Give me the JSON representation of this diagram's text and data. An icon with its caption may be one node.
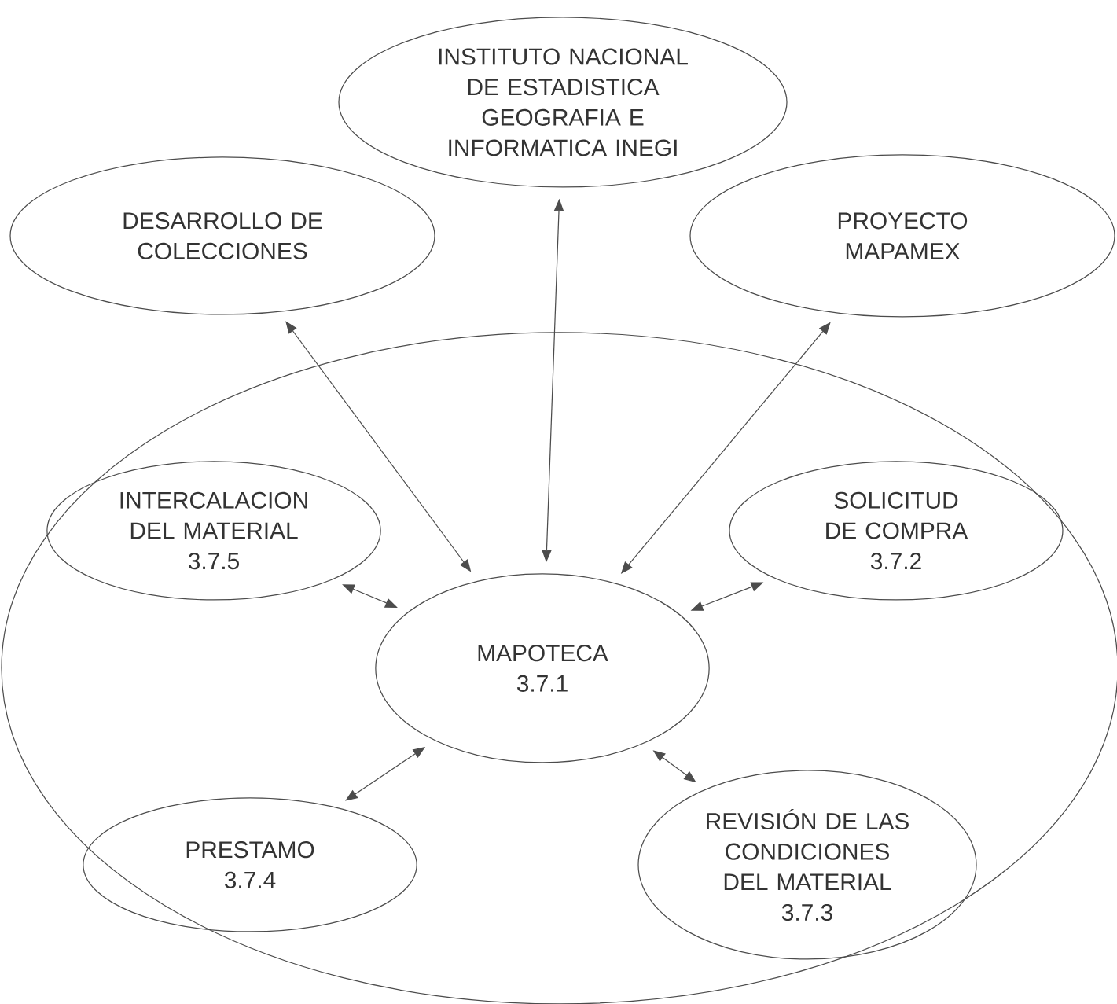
{
  "diagram": {
    "nodes": [
      {
        "text": [
          "INSTITUTO NACIONAL DE ESTADISTICA GEOGRAFIA E INFORMATICA INEGI"
        ]
      },
      {
        "text": [
          "DESARROLLO DE COLECCIONES"
        ]
      },
      {
        "text": [
          "PROYECTO MAPAMEX"
        ]
      },
      {
        "text": [],
        "shape": "ellipse"
      },
      {
        "text": [
          "INTERCALACION DEL MATERIAL",
          "3.7.5"
        ],
        "in": 3
      },
      {
        "text": [
          "SOLICITUD DE COMPRA",
          "3.7.2"
        ],
        "in": 3
      },
      {
        "text": [
          "MAPOTECA",
          "3.7.1"
        ],
        "in": 3
      },
      {
        "text": [
          "PRESTAMO",
          "3.7.4"
        ],
        "in": 3
      },
      {
        "text": [
          "REVISIÓN DE LAS CONDICIONES DEL MATERIAL",
          "3.7.3"
        ],
        "in": 3
      }
    ],
    "edges": [
      {
        "from": 6,
        "to": 1,
        "arrow": "both"
      },
      {
        "from": 6,
        "to": 0,
        "arrow": "both"
      },
      {
        "from": 6,
        "to": 2,
        "arrow": "both"
      },
      {
        "from": 6,
        "to": 4,
        "arrow": "both"
      },
      {
        "from": 6,
        "to": 5,
        "arrow": "both"
      },
      {
        "from": 6,
        "to": 7,
        "arrow": "both"
      },
      {
        "from": 6,
        "to": 8,
        "arrow": "both"
      }
    ]
  }
}
